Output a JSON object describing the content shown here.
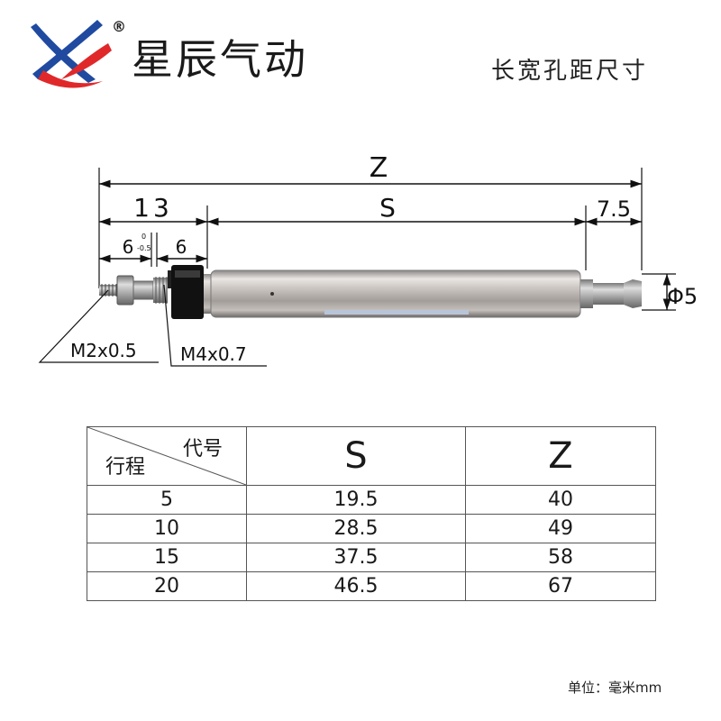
{
  "brand": {
    "name": "星辰气动",
    "registered_mark": "®",
    "colors": {
      "blue": "#1f4aa0",
      "red": "#e0282a"
    }
  },
  "header": {
    "subtitle": "长宽孔距尺寸"
  },
  "drawing": {
    "dimensions": {
      "z": "Z",
      "s": "S",
      "d13": "13",
      "d7_5": "7.5",
      "d6a": "6",
      "d6a_tol_top": "0",
      "d6a_tol_bottom": "-0.5",
      "d6b": "6",
      "phi": "Φ5"
    },
    "threads": {
      "small": "M2x0.5",
      "large": "M4x0.7"
    }
  },
  "table": {
    "header": {
      "code_label": "代号",
      "stroke_label": "行程",
      "col_s": "S",
      "col_z": "Z"
    },
    "rows": [
      {
        "stroke": "5",
        "s": "19.5",
        "z": "40"
      },
      {
        "stroke": "10",
        "s": "28.5",
        "z": "49"
      },
      {
        "stroke": "15",
        "s": "37.5",
        "z": "58"
      },
      {
        "stroke": "20",
        "s": "46.5",
        "z": "67"
      }
    ]
  },
  "footer": {
    "unit": "单位：毫米mm"
  }
}
